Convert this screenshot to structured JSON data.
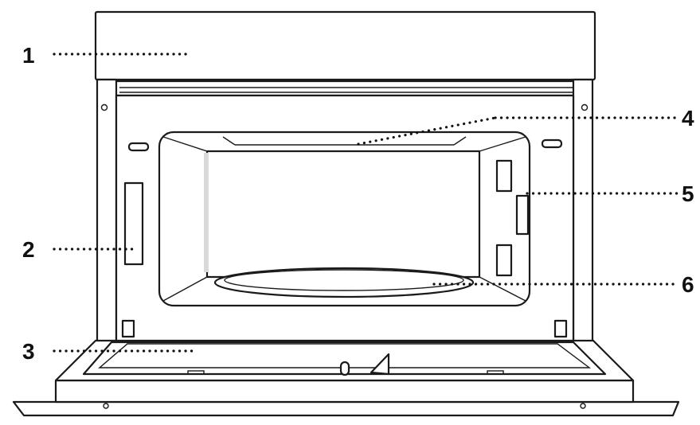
{
  "callouts": [
    {
      "id": "1",
      "label": "1"
    },
    {
      "id": "2",
      "label": "2"
    },
    {
      "id": "3",
      "label": "3"
    },
    {
      "id": "4",
      "label": "4"
    },
    {
      "id": "5",
      "label": "5"
    },
    {
      "id": "6",
      "label": "6"
    }
  ],
  "colors": {
    "stroke": "#1a1a1a",
    "background": "#ffffff",
    "shade": "#d9d9d9"
  }
}
